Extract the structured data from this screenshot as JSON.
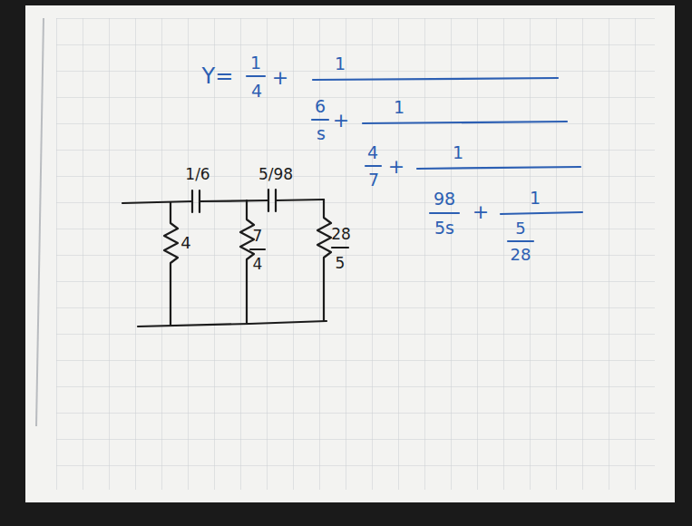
{
  "diagram": {
    "labels": [
      "Y=",
      "1",
      "4",
      "+",
      "1",
      "6",
      "s",
      "+",
      "1",
      "4",
      "7",
      "+",
      "1",
      "98",
      "5s",
      "+",
      "1",
      "5",
      "28",
      "1/6",
      "5/98",
      "4",
      "7",
      "4",
      "28",
      "5"
    ]
  }
}
